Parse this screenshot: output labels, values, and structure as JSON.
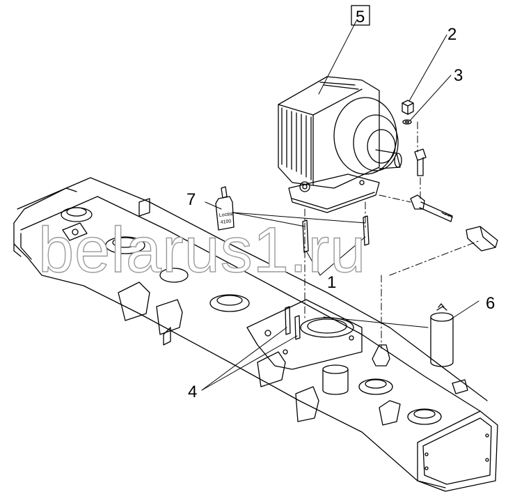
{
  "watermark": "belarus1.ru",
  "callouts": {
    "c1": "1",
    "c2": "2",
    "c3": "3",
    "c4": "4",
    "c5": "5",
    "c6": "6",
    "c7": "7"
  },
  "bottle_label": {
    "line1": "Loctite",
    "line2": "4100"
  },
  "colors": {
    "ink": "#000000",
    "watermark_stroke": "#9a9a9a"
  }
}
